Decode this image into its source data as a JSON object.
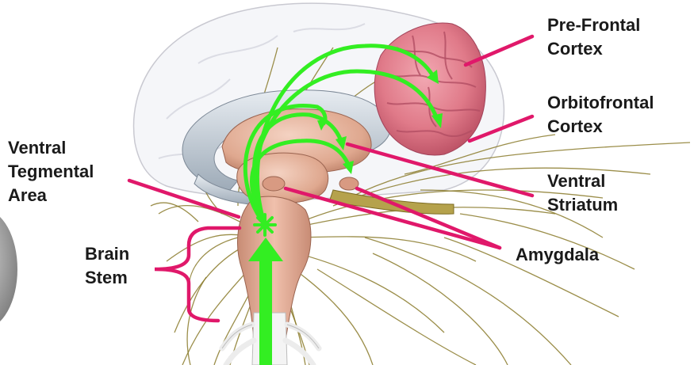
{
  "labels": {
    "pfc_1": "Pre-Frontal",
    "pfc_2": "Cortex",
    "ofc_1": "Orbitofrontal",
    "ofc_2": "Cortex",
    "vta_1": "Ventral",
    "vta_2": "Tegmental",
    "vta_3": "Area",
    "vs_1": "Ventral",
    "vs_2": "Striatum",
    "amygdala": "Amygdala",
    "bs_1": "Brain",
    "bs_2": "Stem"
  },
  "colors": {
    "pathway": "#33ee22",
    "leader_line": "#e0186a",
    "nerve": "#8a7a2a",
    "cortex": "#d9707f",
    "brain_outline": "#c9c9d1",
    "deep_structure": "#dca58f"
  }
}
